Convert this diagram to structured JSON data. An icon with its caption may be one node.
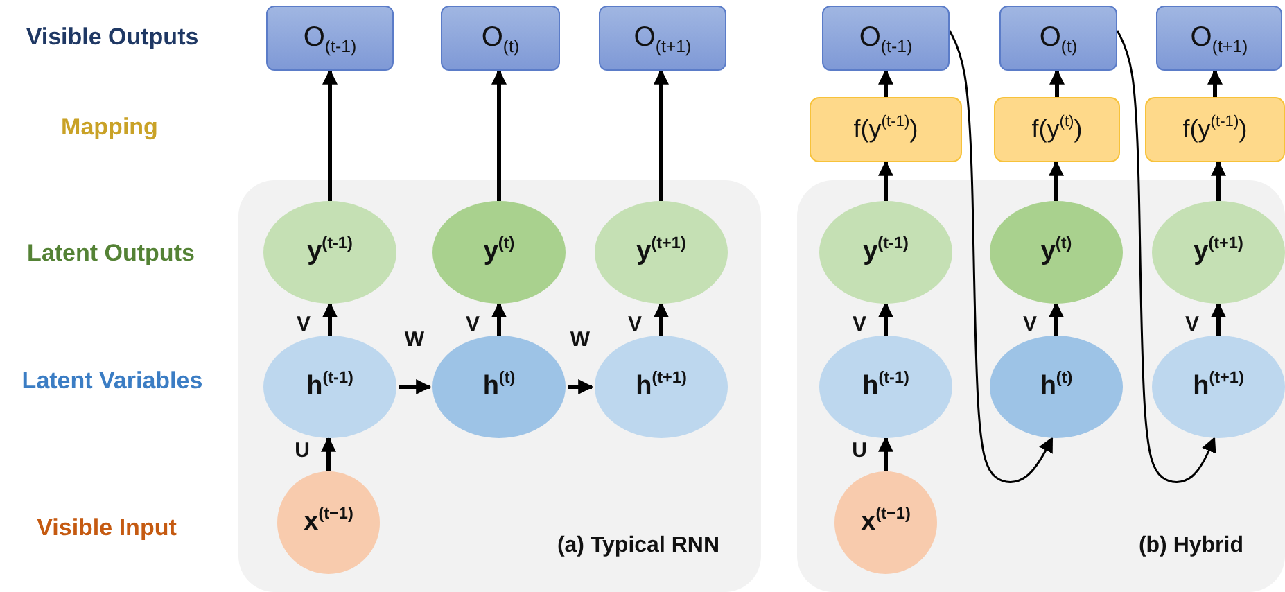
{
  "diagram": {
    "nodes": [
      {
        "text": [
          "(a) Typical RNN"
        ]
      },
      {
        "text": [
          "O$_{(t-1)}$"
        ]
      },
      {
        "text": [
          "O$_{(t)}$"
        ]
      },
      {
        "text": [
          "O$_{(t+1)}$"
        ]
      },
      {
        "text": [
          "y$^{(t-1)}$"
        ],
        "in": 0
      },
      {
        "text": [
          "y$^{(t)}$"
        ],
        "in": 0
      },
      {
        "text": [
          "y$^{(t+1)}$"
        ],
        "in": 0
      },
      {
        "text": [
          "h$^{(t-1)}$"
        ],
        "in": 0
      },
      {
        "text": [
          "h$^{(t)}$"
        ],
        "in": 0
      },
      {
        "text": [
          "h$^{(t+1)}$"
        ],
        "in": 0
      },
      {
        "text": [
          "x$^{(t−1)}$"
        ],
        "in": 0
      },
      {
        "text": [
          "(b) Hybrid"
        ]
      },
      {
        "text": [
          "O$_{(t-1)}$"
        ]
      },
      {
        "text": [
          "O$_{(t)}$"
        ]
      },
      {
        "text": [
          "O$_{(t+1)}$"
        ]
      },
      {
        "text": [
          "f(y$^{(t-1)}$)"
        ]
      },
      {
        "text": [
          "f(y$^{(t)}$)"
        ]
      },
      {
        "text": [
          "f(y$^{(t-1)}$)"
        ]
      },
      {
        "text": [
          "y$^{(t-1)}$"
        ],
        "in": 11
      },
      {
        "text": [
          "y$^{(t)}$"
        ],
        "in": 11
      },
      {
        "text": [
          "y$^{(t+1)}$"
        ],
        "in": 11
      },
      {
        "text": [
          "h$^{(t-1)}$"
        ],
        "in": 11
      },
      {
        "text": [
          "h$^{(t)}$"
        ],
        "in": 11
      },
      {
        "text": [
          "h$^{(t+1)}$"
        ],
        "in": 11
      },
      {
        "text": [
          "x$^{(t−1)}$"
        ],
        "in": 11
      }
    ],
    "edges": [
      {
        "from": 4,
        "to": 1,
        "arrow": "to"
      },
      {
        "from": 5,
        "to": 2,
        "arrow": "to"
      },
      {
        "from": 6,
        "to": 3,
        "arrow": "to"
      },
      {
        "from": 7,
        "to": 4,
        "arrow": "to",
        "label": "V"
      },
      {
        "from": 8,
        "to": 5,
        "arrow": "to",
        "label": "V"
      },
      {
        "from": 9,
        "to": 6,
        "arrow": "to",
        "label": "V"
      },
      {
        "from": 7,
        "to": 8,
        "arrow": "to",
        "label": "W"
      },
      {
        "from": 8,
        "to": 9,
        "arrow": "to",
        "label": "W"
      },
      {
        "from": 10,
        "to": 7,
        "arrow": "to",
        "label": "U"
      },
      {
        "from": 15,
        "to": 12,
        "arrow": "to"
      },
      {
        "from": 16,
        "to": 13,
        "arrow": "to"
      },
      {
        "from": 17,
        "to": 14,
        "arrow": "to"
      },
      {
        "from": 18,
        "to": 15,
        "arrow": "to"
      },
      {
        "from": 19,
        "to": 16,
        "arrow": "to"
      },
      {
        "from": 20,
        "to": 17,
        "arrow": "to"
      },
      {
        "from": 21,
        "to": 18,
        "arrow": "to",
        "label": "V"
      },
      {
        "from": 22,
        "to": 19,
        "arrow": "to",
        "label": "V"
      },
      {
        "from": 23,
        "to": 20,
        "arrow": "to",
        "label": "V"
      },
      {
        "from": 24,
        "to": 21,
        "arrow": "to",
        "label": "U"
      },
      {
        "from": 12,
        "to": 22,
        "arrow": "to"
      },
      {
        "from": 13,
        "to": 23,
        "arrow": "to"
      }
    ],
    "labels": [
      "Visible Outputs",
      "Mapping",
      "Latent Outputs",
      "Latent Variables",
      "Visible Input"
    ]
  }
}
